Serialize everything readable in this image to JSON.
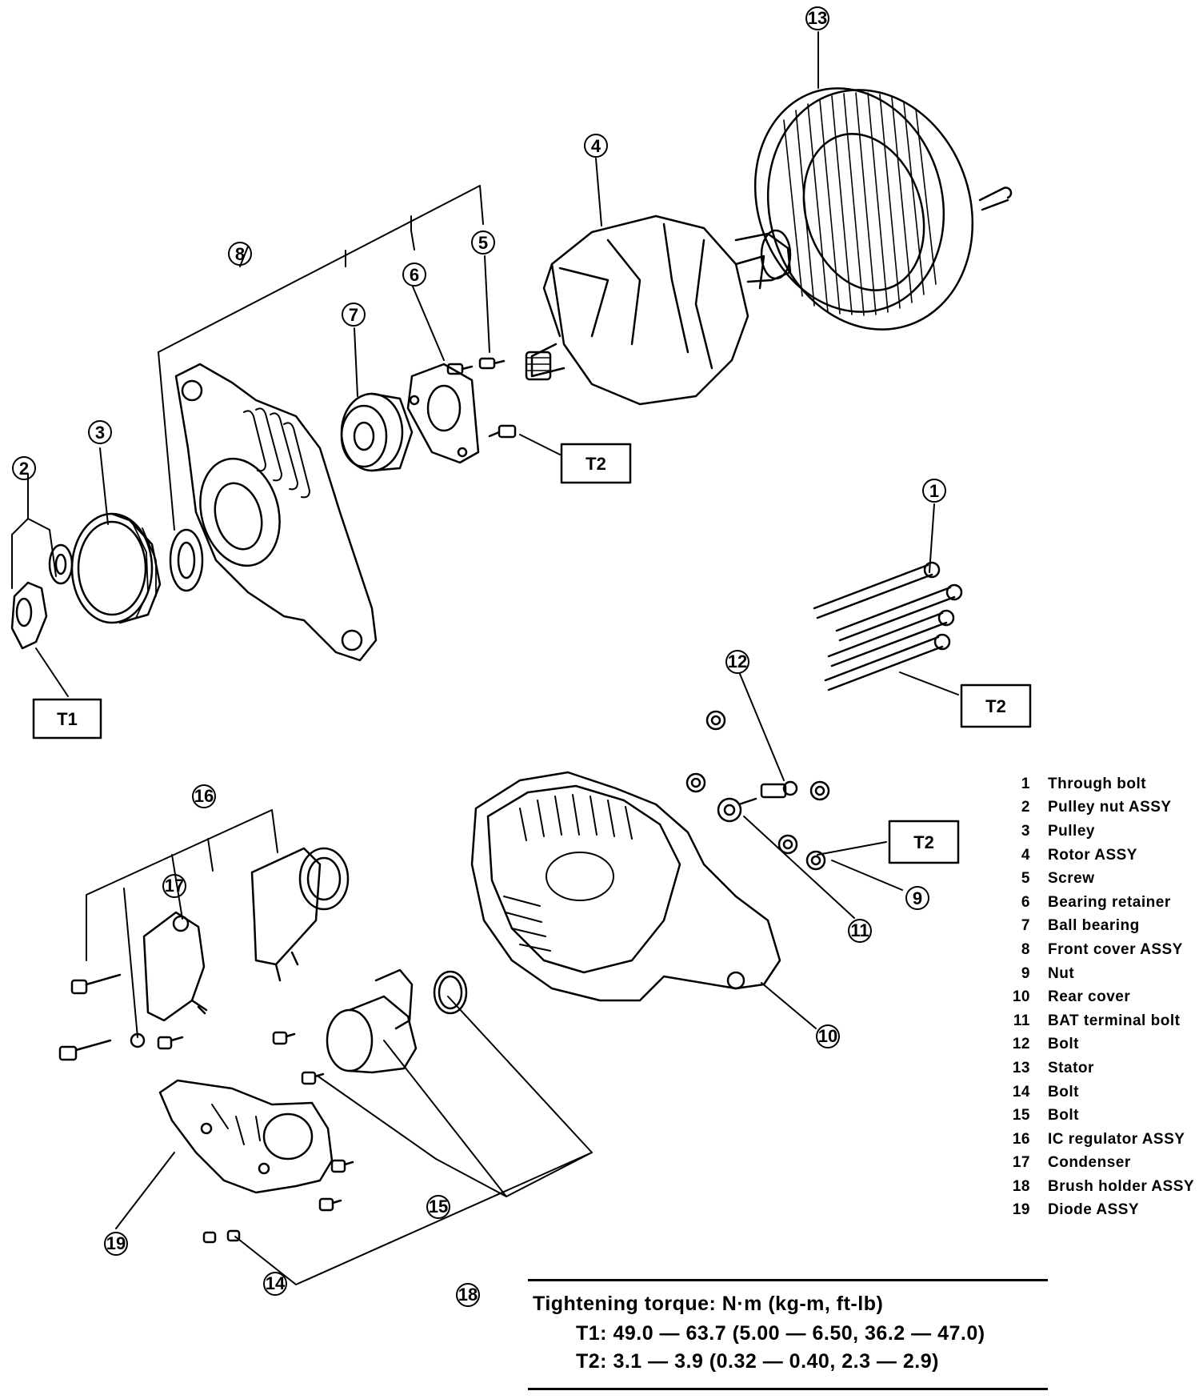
{
  "callouts": {
    "c1": "1",
    "c2": "2",
    "c3": "3",
    "c4": "4",
    "c5": "5",
    "c6": "6",
    "c7": "7",
    "c8": "8",
    "c9": "9",
    "c10": "10",
    "c11": "11",
    "c12": "12",
    "c13": "13",
    "c14": "14",
    "c15": "15",
    "c16": "16",
    "c17": "17",
    "c18": "18",
    "c19": "19"
  },
  "torque_tags": {
    "t1": "T1",
    "t2": "T2"
  },
  "legend": [
    {
      "num": "1",
      "name": "Through bolt"
    },
    {
      "num": "2",
      "name": "Pulley nut ASSY"
    },
    {
      "num": "3",
      "name": "Pulley"
    },
    {
      "num": "4",
      "name": "Rotor ASSY"
    },
    {
      "num": "5",
      "name": "Screw"
    },
    {
      "num": "6",
      "name": "Bearing retainer"
    },
    {
      "num": "7",
      "name": "Ball bearing"
    },
    {
      "num": "8",
      "name": "Front cover ASSY"
    },
    {
      "num": "9",
      "name": "Nut"
    },
    {
      "num": "10",
      "name": "Rear cover"
    },
    {
      "num": "11",
      "name": "BAT terminal bolt"
    },
    {
      "num": "12",
      "name": "Bolt"
    },
    {
      "num": "13",
      "name": "Stator"
    },
    {
      "num": "14",
      "name": "Bolt"
    },
    {
      "num": "15",
      "name": "Bolt"
    },
    {
      "num": "16",
      "name": "IC regulator ASSY"
    },
    {
      "num": "17",
      "name": "Condenser"
    },
    {
      "num": "18",
      "name": "Brush holder ASSY"
    },
    {
      "num": "19",
      "name": "Diode ASSY"
    }
  ],
  "torque_spec": {
    "title": "Tightening torque: N·m (kg-m, ft-lb)",
    "t1": "T1: 49.0 — 63.7 (5.00 — 6.50, 36.2 — 47.0)",
    "t2": "T2: 3.1 — 3.9 (0.32 — 0.40, 2.3 — 2.9)"
  }
}
